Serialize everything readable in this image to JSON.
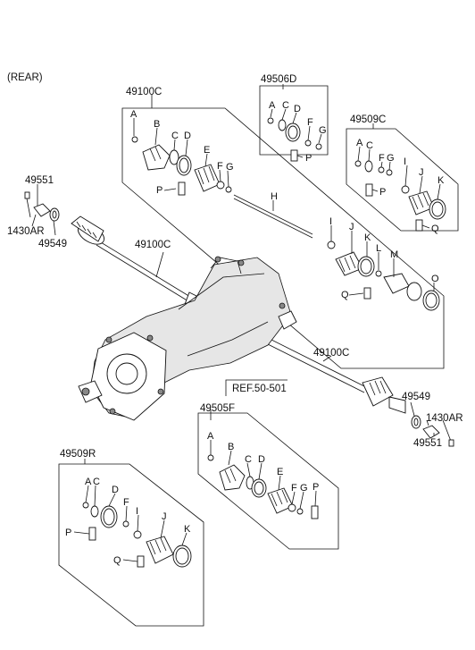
{
  "header": {
    "rear": "(REAR)"
  },
  "part_numbers": {
    "kit_d": "49506D",
    "kit_c": "49509C",
    "kit_f": "49505F",
    "kit_r": "49509R",
    "shaft_top": "49100C",
    "shaft_mid": "49100C",
    "shaft_right": "49100C",
    "p49551_l": "49551",
    "p1430ar_l": "1430AR",
    "p49549_l": "49549",
    "p49549_r": "49549",
    "p1430ar_r": "1430AR",
    "p49551_r": "49551",
    "ref": "REF.50-501"
  },
  "letters": {
    "top": [
      "A",
      "B",
      "C",
      "D",
      "E",
      "F",
      "G",
      "P",
      "H",
      "I",
      "J",
      "K",
      "L",
      "M",
      "Q",
      "O"
    ],
    "kit_d": [
      "A",
      "C",
      "D",
      "F",
      "G",
      "P"
    ],
    "kit_c": [
      "A",
      "C",
      "F",
      "G",
      "P",
      "I",
      "J",
      "K",
      "Q"
    ],
    "kit_f": [
      "A",
      "B",
      "C",
      "D",
      "E",
      "F",
      "G",
      "P",
      "P"
    ],
    "kit_r": [
      "A",
      "C",
      "D",
      "F",
      "I",
      "J",
      "K",
      "P",
      "Q"
    ]
  }
}
